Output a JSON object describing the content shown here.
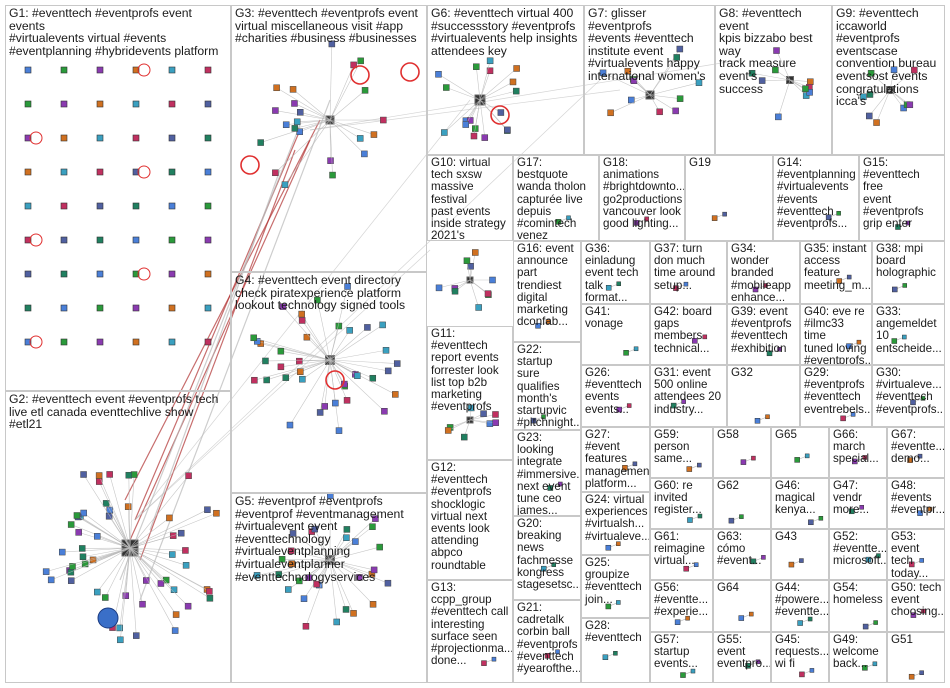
{
  "title": "",
  "colors": {
    "border": "#c8c8c8",
    "edge": "#b8b8b8",
    "edge_strong": "#b03030",
    "node_red": "#e03030"
  },
  "groups": [
    {
      "id": "G1",
      "label": "G1: #eventtech #eventprofs event events\n#virtualevents virtual #events\n#eventplanning #hybridevents platform"
    },
    {
      "id": "G2",
      "label": "G2: #eventtech event #eventprofs tech\nlive etl canada eventtechlive show #etl21"
    },
    {
      "id": "G3",
      "label": "G3: #eventtech #eventprofs event\nvirtual miscellaneous visit #app\n#charities #business #businesses"
    },
    {
      "id": "G4",
      "label": "G4: #eventtech event directory\ncheck piratexperience platform\nlookout technology signed tools"
    },
    {
      "id": "G5",
      "label": "G5: #eventprof #eventprofs\n#eventprof #eventmanagement\n#virtualevent event\n#eventtechnology\n#virtualeventplanning\n#virtualeventplanner\n#eventtechnologyservices"
    },
    {
      "id": "G6",
      "label": "G6: #eventtech virtual 400\n#successstory #eventprofs\n#virtualevents help insights\nattendees key"
    },
    {
      "id": "G7",
      "label": "G7: glisser #eventprofs\n#events #eventtech\ninstitute event\n#virtualevents happy\ninternational women's"
    },
    {
      "id": "G8",
      "label": "G8: #eventtech event\nkpis bizzabo best way\ntrack measure event's\nsuccess"
    },
    {
      "id": "G9",
      "label": "G9: #eventtech\niccaworld\n#eventprofs\neventscase\nconvention bureau\neventsost events\ncongratulations\nicca's"
    },
    {
      "id": "G10",
      "label": "G10: virtual\ntech sxsw\nmassive festival\npast events\ninside strategy\n2021's"
    },
    {
      "id": "G11",
      "label": "G11:\n#eventtech\nreport events\nforrester look\nlist top b2b\nmarketing\n#eventprofs"
    },
    {
      "id": "G12",
      "label": "G12:\n#eventtech\n#eventprofs\nshocklogic\nvirtual next\nevents look\nattending abpco\nroundtable"
    },
    {
      "id": "G13",
      "label": "G13:\nccpp_group\n#eventtech call\ninteresting\nsurface seen\n#projectionma...\ndone..."
    },
    {
      "id": "G14",
      "label": "G14:\n#eventplanning\n#virtualevents\n#events\n#eventtech\n#eventprofs..."
    },
    {
      "id": "G15",
      "label": "G15:\n#eventtech free\nevent\n#eventprofs\ngrip enter"
    },
    {
      "id": "G16",
      "label": "G16: event\nannounce\npart\ntrendiest\ndigital\nmarketing\ndconfab..."
    },
    {
      "id": "G17",
      "label": "G17: bestquote\nwanda tholon\ncapturée live\ndepuis\n#comintech\nvenez écouter..."
    },
    {
      "id": "G18",
      "label": "G18:\nanimations\n#brightdownto...\ngo2productions\nvancouver look\ngood lighting..."
    },
    {
      "id": "G19",
      "label": "G19"
    },
    {
      "id": "G20",
      "label": "G20:\nbreaking\nnews\nfachmesse\nkongress\nstagesetsc..."
    },
    {
      "id": "G21",
      "label": "G21:\ncadretalk\ncorbin ball\n#eventprofs\n#eventtech\n#yearofthe..."
    },
    {
      "id": "G22",
      "label": "G22: startup\nsure\nqualifies\nmonth's\nstartupvic\n#pitchnight..."
    },
    {
      "id": "G23",
      "label": "G23: looking\nintegrate\n#immersive...\nnext event\ntune ceo\njames..."
    },
    {
      "id": "G24",
      "label": "G24: virtual\nexperiences\n#virtualsh...\n#virtualeve..."
    },
    {
      "id": "G25",
      "label": "G25:\ngroupize\n#eventtech\njoin..."
    },
    {
      "id": "G26",
      "label": "G26:\n#eventtech\nevents\nevents..."
    },
    {
      "id": "G27",
      "label": "G27: #event\nfeatures\nmanagement\nplatform..."
    },
    {
      "id": "G28",
      "label": "G28:\n#eventtech"
    },
    {
      "id": "G29",
      "label": "G29:\n#eventprofs\n#eventtech\neventrebels..."
    },
    {
      "id": "G30",
      "label": "G30:\n#virtualeve...\n#eventtech\n#eventprofs..."
    },
    {
      "id": "G31",
      "label": "G31: event\n500 online\nattendees 20\nindustry..."
    },
    {
      "id": "G32",
      "label": "G32"
    },
    {
      "id": "G33",
      "label": "G33:\nangemeldet\n10\nentscheide..."
    },
    {
      "id": "G34",
      "label": "G34: wonder\nbranded\n#mobileapp\nenhance..."
    },
    {
      "id": "G35",
      "label": "G35: instant\naccess\nfeature\nmeeting_m..."
    },
    {
      "id": "G36",
      "label": "G36:\neinladung\nevent tech\ntalk format..."
    },
    {
      "id": "G37",
      "label": "G37: turn\ndon much\ntime around\nsetup..."
    },
    {
      "id": "G38",
      "label": "G38: mpi\nboard\nholographic"
    },
    {
      "id": "G39",
      "label": "G39: event\n#eventprofs\n#eventtech\n#exhibition"
    },
    {
      "id": "G40",
      "label": "G40: eve re\n#ilmc33 time\ntuned loving\n#eventprofs..."
    },
    {
      "id": "G41",
      "label": "G41: vonage"
    },
    {
      "id": "G42",
      "label": "G42: board\ngaps\nmembers\ntechnical..."
    },
    {
      "id": "G43",
      "label": "G43"
    },
    {
      "id": "G44",
      "label": "G44:\n#powere...\n#eventte..."
    },
    {
      "id": "G45",
      "label": "G45:\nrequests...\nwi fi"
    },
    {
      "id": "G46",
      "label": "G46:\nmagical\nkenya..."
    },
    {
      "id": "G47",
      "label": "G47:\nvendr\nmore..."
    },
    {
      "id": "G48",
      "label": "G48:\n#events\n#eventpr..."
    },
    {
      "id": "G49",
      "label": "G49:\nwelcome\nback..."
    },
    {
      "id": "G50",
      "label": "G50: tech\nevent\nchoosing..."
    },
    {
      "id": "G51",
      "label": "G51"
    },
    {
      "id": "G52",
      "label": "G52:\n#eventte...\nmicrosoft..."
    },
    {
      "id": "G53",
      "label": "G53:\nevent tech\ntoday..."
    },
    {
      "id": "G54",
      "label": "G54:\nhomeless"
    },
    {
      "id": "G55",
      "label": "G55:\nevent\neventpro..."
    },
    {
      "id": "G56",
      "label": "G56:\n#eventte...\n#experie..."
    },
    {
      "id": "G57",
      "label": "G57:\nstartup\nevents..."
    },
    {
      "id": "G58",
      "label": "G58"
    },
    {
      "id": "G59",
      "label": "G59:\nperson\nsame..."
    },
    {
      "id": "G60",
      "label": "G60: re\ninvited\nregister..."
    },
    {
      "id": "G61",
      "label": "G61:\nreimagine\nvirtual..."
    },
    {
      "id": "G62",
      "label": "G62"
    },
    {
      "id": "G63",
      "label": "G63:\ncómo\n#event..."
    },
    {
      "id": "G64",
      "label": "G64"
    },
    {
      "id": "G65",
      "label": "G65"
    },
    {
      "id": "G66",
      "label": "G66:\nmarch\nspecial..."
    },
    {
      "id": "G67",
      "label": "G67:\n#eventte...\ndemo..."
    }
  ]
}
